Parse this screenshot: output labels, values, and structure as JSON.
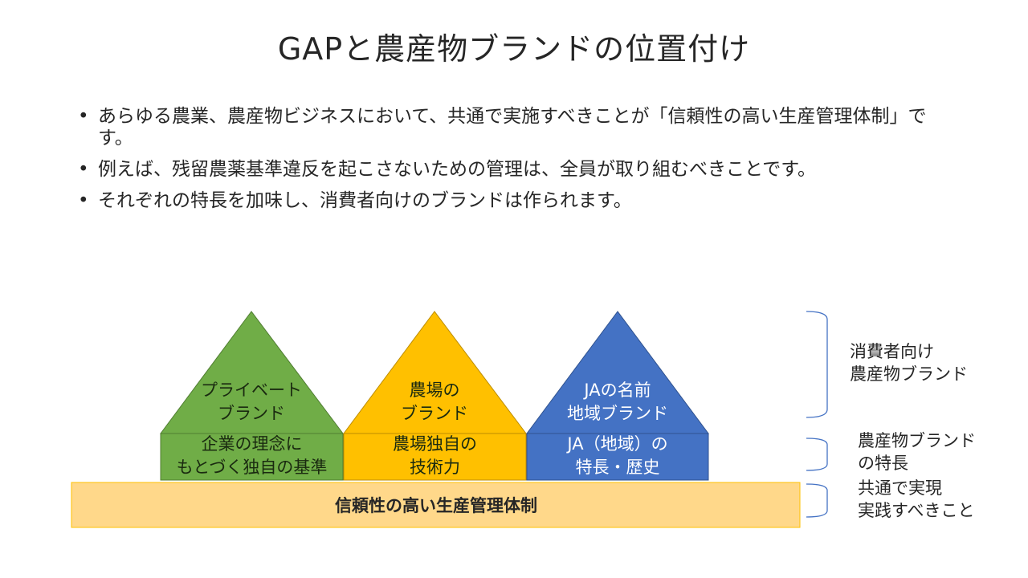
{
  "title": "GAPと農産物ブランドの位置付け",
  "bullets": [
    "あらゆる農業、農産物ビジネスにおいて、共通で実施すべきことが「信頼性の高い生産管理体制」です。",
    "例えば、残留農薬基準違反を起こさないための管理は、全員が取り組むべきことです。",
    "それぞれの特長を加味し、消費者向けのブランドは作られます。"
  ],
  "diagram": {
    "pyramids": [
      {
        "top_lines": [
          "プライベート",
          "ブランド"
        ],
        "base_lines": [
          "企業の理念に",
          "もとづく独自の基準"
        ],
        "color": "#70AD47"
      },
      {
        "top_lines": [
          "農場の",
          "ブランド"
        ],
        "base_lines": [
          "農場独自の",
          "技術力"
        ],
        "color": "#FFC000"
      },
      {
        "top_lines": [
          "JAの名前",
          "地域ブランド"
        ],
        "base_lines": [
          "JA（地域）の",
          "特長・歴史"
        ],
        "color": "#4472C4"
      }
    ],
    "base": {
      "label": "信頼性の高い生産管理体制",
      "color": "#FFD88A"
    },
    "side_labels": [
      [
        "消費者向け",
        "農産物ブランド"
      ],
      [
        "農産物ブランド",
        "の特長"
      ],
      [
        "共通で実現",
        "実践すべきこと"
      ]
    ],
    "bracket_color": "#4472C4"
  }
}
